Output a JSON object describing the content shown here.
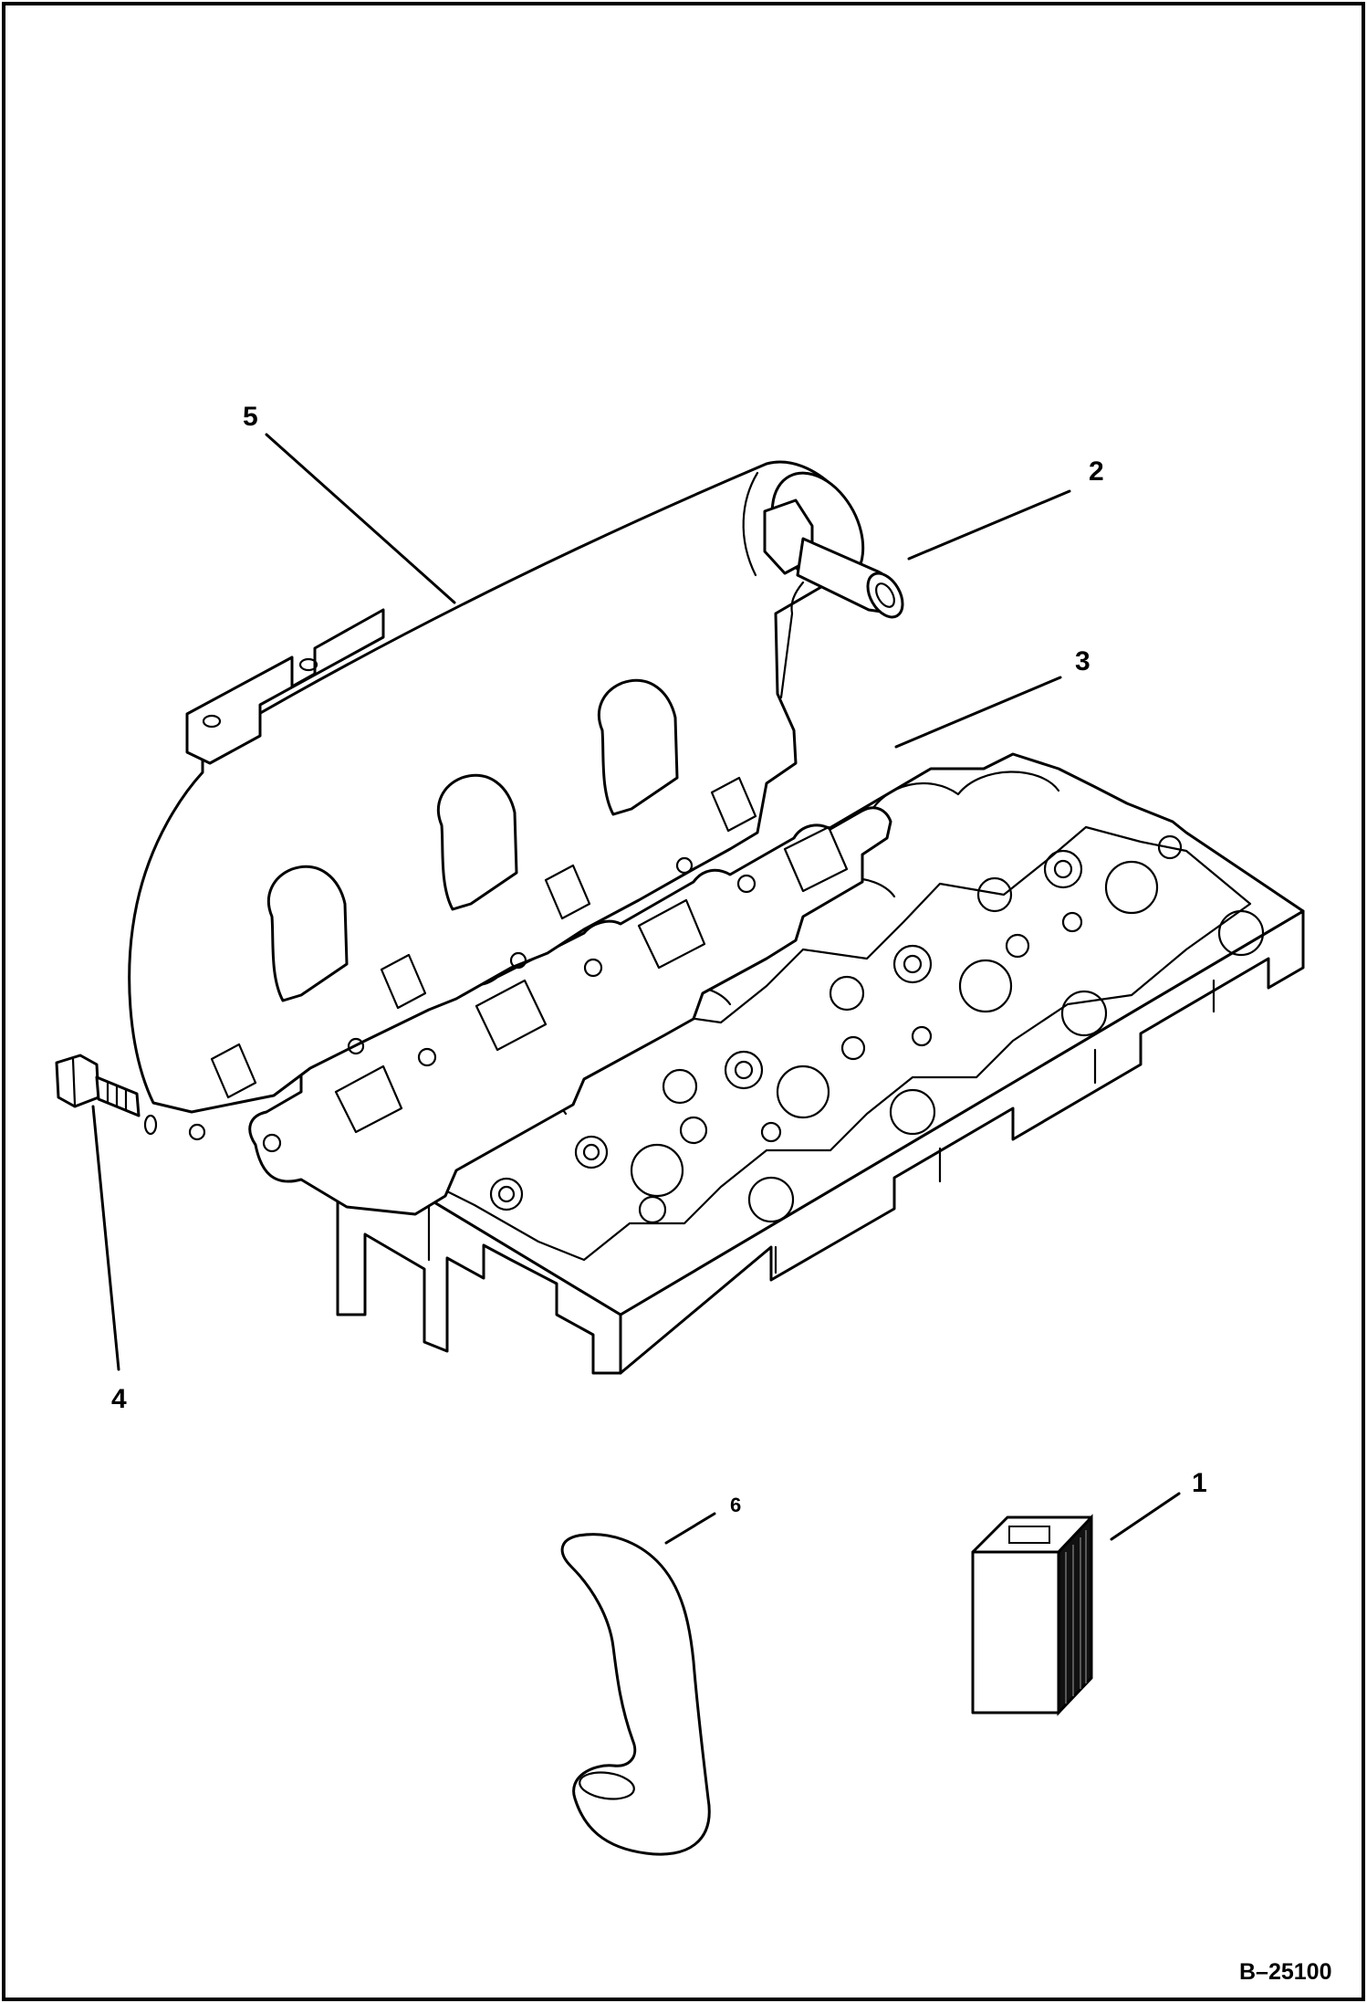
{
  "callouts": {
    "c1": "1",
    "c2": "2",
    "c3": "3",
    "c4": "4",
    "c5": "5",
    "c6": "6"
  },
  "reference": "B–25100"
}
